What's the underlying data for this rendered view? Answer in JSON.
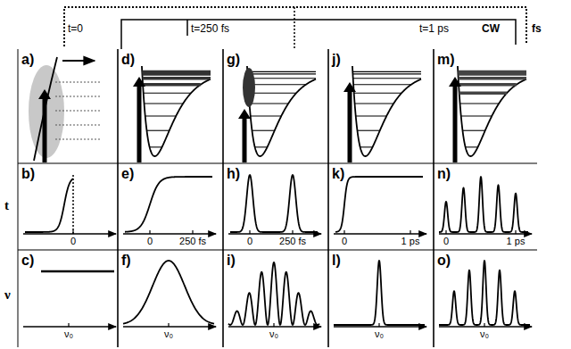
{
  "diagram": {
    "labels": [
      "t=0",
      "t=250 fs",
      "CW",
      "t=1 ps",
      "fs",
      "a)",
      "d)",
      "g)",
      "j)",
      "m)",
      "t",
      "b)",
      "0",
      "e)",
      "0",
      "250 fs",
      "h)",
      "0",
      "250 fs",
      "k)",
      "0",
      "1 ps",
      "n)",
      "0",
      "1 ps",
      "ν",
      "c)",
      "ν₀",
      "f)",
      "ν₀",
      "i)",
      "ν₀",
      "l)",
      "ν₀",
      "o)",
      "ν₀"
    ]
  }
}
